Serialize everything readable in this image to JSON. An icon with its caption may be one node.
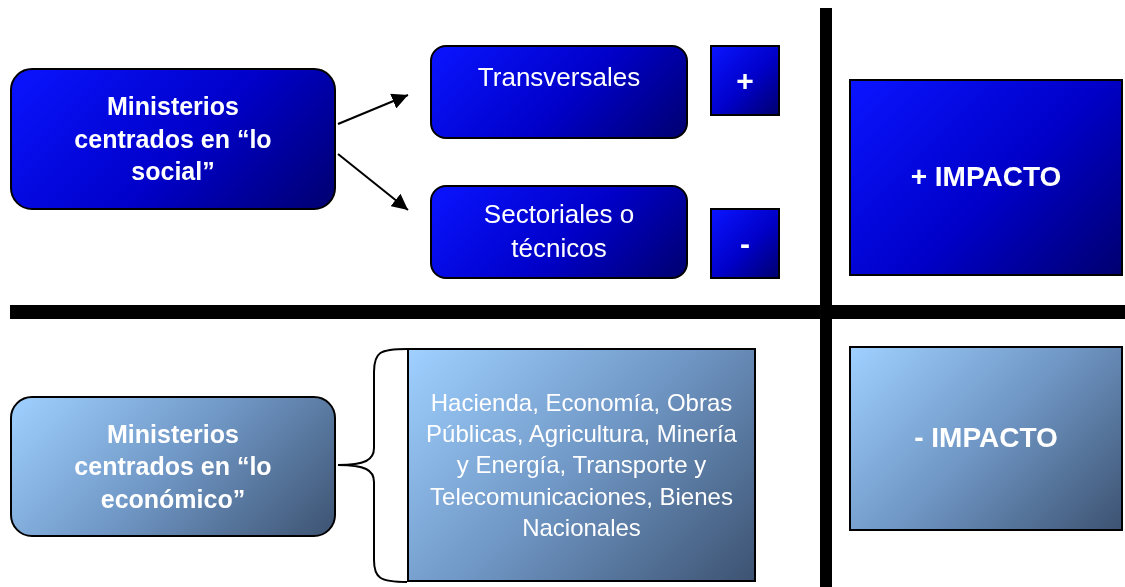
{
  "diagram": {
    "nodes": [
      {
        "text": [
          "Ministerios centrados en “lo social”"
        ]
      },
      {
        "text": [
          "Transversales"
        ]
      },
      {
        "text": [
          "+"
        ]
      },
      {
        "text": [
          "Sectoriales o técnicos"
        ]
      },
      {
        "text": [
          "-"
        ]
      },
      {
        "text": [
          "+ IMPACTO"
        ]
      },
      {
        "text": [
          "Ministerios centrados en “lo económico”"
        ]
      },
      {
        "text": [
          "Hacienda, Economía, Obras Públicas, Agricultura, Minería y Energía, Transporte y Telecomunicaciones, Bienes Nacionales"
        ]
      },
      {
        "text": [
          "- IMPACTO"
        ]
      }
    ],
    "edges": [
      {
        "from": 0,
        "to": 1,
        "arrow": "to"
      },
      {
        "from": 0,
        "to": 3,
        "arrow": "to"
      }
    ]
  }
}
